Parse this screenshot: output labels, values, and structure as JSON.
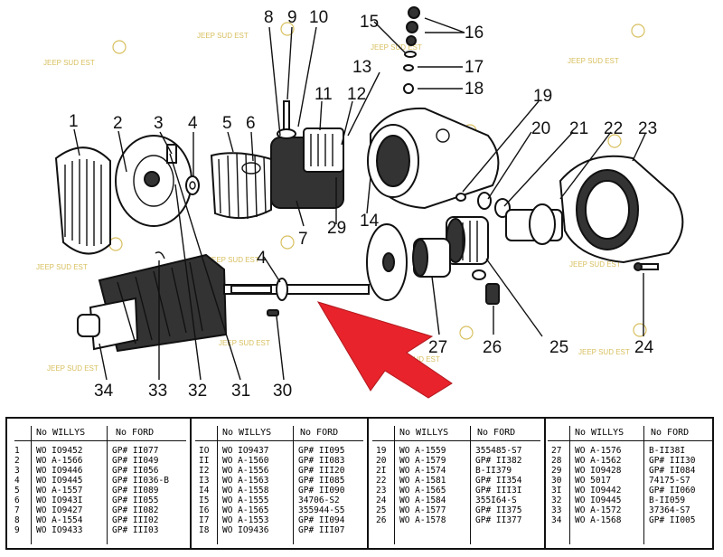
{
  "watermark": "JEEP SUD EST",
  "callouts": [
    "1",
    "2",
    "3",
    "4",
    "5",
    "6",
    "7",
    "8",
    "9",
    "10",
    "11",
    "12",
    "13",
    "14",
    "15",
    "16",
    "17",
    "18",
    "19",
    "20",
    "21",
    "22",
    "23",
    "24",
    "25",
    "26",
    "27",
    "29",
    "4",
    "30",
    "31",
    "32",
    "33",
    "34"
  ],
  "table": {
    "col_willys": "No WILLYS",
    "col_ford": "No FORD",
    "panels": [
      {
        "nums": [
          "1",
          "2",
          "3",
          "4",
          "5",
          "6",
          "7",
          "8",
          "9"
        ],
        "willys": [
          "WO IO9452",
          "WO A-1566",
          "WO IO9446",
          "WO IO9445",
          "WO A-1557",
          "WO IO943I",
          "WO IO9427",
          "WO A-1554",
          "WO IO9433"
        ],
        "ford": [
          "GP# II077",
          "GP# II049",
          "GP# II056",
          "GP# II036-B",
          "GP# II089",
          "GP# II055",
          "GP# II082",
          "GP# III02",
          "GP# III03"
        ]
      },
      {
        "nums": [
          "IO",
          "II",
          "I2",
          "I3",
          "I4",
          "I5",
          "I6",
          "I7",
          "I8"
        ],
        "willys": [
          "WO IO9437",
          "WO A-1560",
          "WO A-1556",
          "WO A-1563",
          "WO A-1558",
          "WO A-1555",
          "WO A-1565",
          "WO A-1553",
          "WO IO9436"
        ],
        "ford": [
          "GP# II095",
          "GP# II083",
          "GP# III20",
          "GP# II085",
          "GP# II090",
          "34706-S2",
          "355944-S5",
          "GP# II094",
          "GP# III07"
        ]
      },
      {
        "nums": [
          "19",
          "20",
          "2I",
          "22",
          "23",
          "24",
          "25",
          "26"
        ],
        "willys": [
          "WO A-1559",
          "WO A-1579",
          "WO A-1574",
          "WO A-1581",
          "WO A-1565",
          "WO A-1584",
          "WO A-1577",
          "WO A-1578"
        ],
        "ford": [
          "355485-S7",
          "GP# II382",
          "B-II379",
          "GP# II354",
          "GP# III3I",
          "355I64-S",
          "GP# II375",
          "GP# II377"
        ]
      },
      {
        "nums": [
          "27",
          "28",
          "29",
          "30",
          "3I",
          "32",
          "33",
          "34"
        ],
        "willys": [
          "WO A-1576",
          "WO A-1562",
          "WO IO9428",
          "WO 5017",
          "WO IO9442",
          "WO IO9445",
          "WO A-1572",
          "WO A-1568"
        ],
        "ford": [
          "B-II38I",
          "GP# III30",
          "GP# II084",
          "74175-S7",
          "GP# II060",
          "B-II059",
          "37364-S7",
          "GP# II005"
        ]
      }
    ]
  }
}
